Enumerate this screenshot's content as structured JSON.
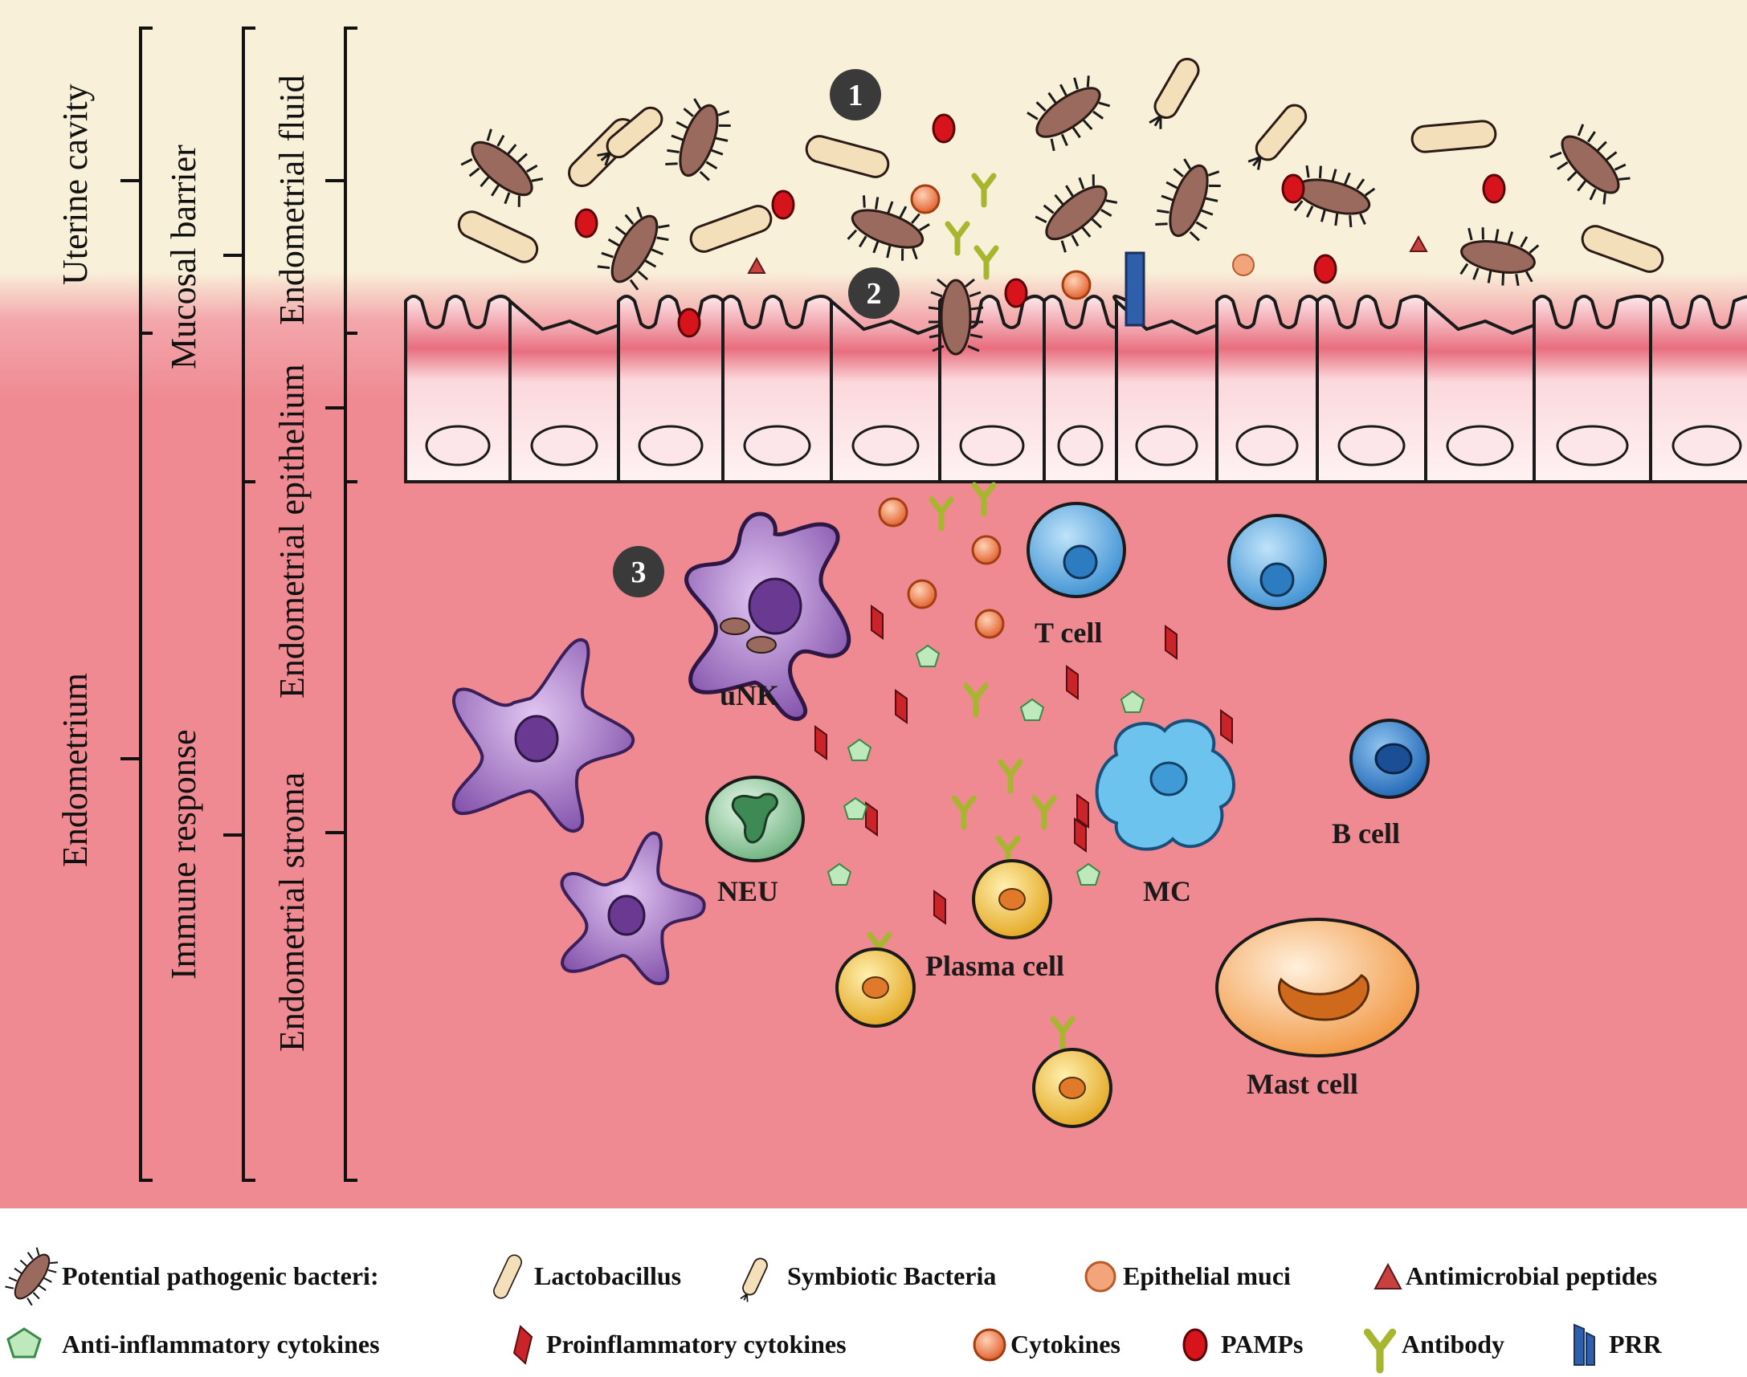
{
  "regions": {
    "uterine_cavity": "Uterine cavity",
    "endometrium": "Endometrium"
  },
  "brackets": {
    "mucosal_barrier": "Mucosal barrier",
    "immune_response": "Immune response",
    "endometrial_fluid": "Endometrial fluid",
    "endometrial_epithelium": "Endometrial epithelium",
    "endometrial_stroma": "Endometrial stroma"
  },
  "steps": [
    "1",
    "2",
    "3"
  ],
  "cells": {
    "unk": "uNK",
    "t_cell": "T cell",
    "b_cell": "B cell",
    "neu": "NEU",
    "mc": "MC",
    "plasma_cell": "Plasma cell",
    "mast_cell": "Mast cell"
  },
  "legend": [
    {
      "icon": "pathogenic-bacteria-icon",
      "label": "Potential pathogenic bacteri:"
    },
    {
      "icon": "lactobacillus-icon",
      "label": "Lactobacillus"
    },
    {
      "icon": "symbiotic-bacteria-icon",
      "label": "Symbiotic Bacteria"
    },
    {
      "icon": "epithelial-muci-icon",
      "label": "Epithelial muci"
    },
    {
      "icon": "antimicrobial-peptide-icon",
      "label": "Antimicrobial peptides"
    },
    {
      "icon": "anti-inflammatory-cytokine-icon",
      "label": "Anti-inflammatory cytokines"
    },
    {
      "icon": "proinflammatory-cytokine-icon",
      "label": "Proinflammatory cytokines"
    },
    {
      "icon": "cytokine-icon",
      "label": "Cytokines"
    },
    {
      "icon": "pamp-icon",
      "label": "PAMPs"
    },
    {
      "icon": "antibody-icon",
      "label": "Antibody"
    },
    {
      "icon": "prr-icon",
      "label": "PRR"
    }
  ],
  "colors": {
    "cavity": "#f9f0d9",
    "tissue": "#ef8a92",
    "bacteria": "#9a6a5e",
    "lactobacillus": "#f3e0bb",
    "pamp": "#d7141b",
    "cytokine": "#e9733e",
    "proinflammatory": "#c8242a",
    "anti_inflammatory": "#9fdca0",
    "antibody": "#b8c43a",
    "dendritic": "#8d5bb2",
    "t_cell": "#57a8e0",
    "plasma": "#f2c13a",
    "neu": "#6dbf80",
    "mast": "#f4a45e"
  }
}
